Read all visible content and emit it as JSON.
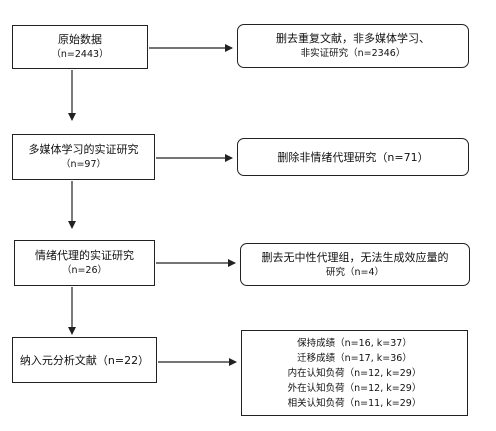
{
  "steps": [
    {
      "title": "原始数据",
      "count": "（n=2443）"
    },
    {
      "title": "多媒体学习的实证研究",
      "count": "（n=97）"
    },
    {
      "title": "情绪代理的实证研究",
      "count": "（n=26）"
    },
    {
      "title": "纳入元分析文献（n=22）"
    }
  ],
  "exclusions": [
    {
      "line1": "删去重复文献，非多媒体学习、",
      "line2": "非实证研究（n=2346）"
    },
    {
      "line1": "删除非情绪代理研究（n=71）"
    },
    {
      "line1": "删去无中性代理组，无法生成效应量的",
      "line2": "研究（n=4）"
    }
  ],
  "outcomes": [
    "保持成绩（n=16, k=37）",
    "迁移成绩（n=17, k=36）",
    "内在认知负荷（n=12, k=29）",
    "外在认知负荷（n=12, k=29）",
    "相关认知负荷（n=11, k=29）"
  ]
}
